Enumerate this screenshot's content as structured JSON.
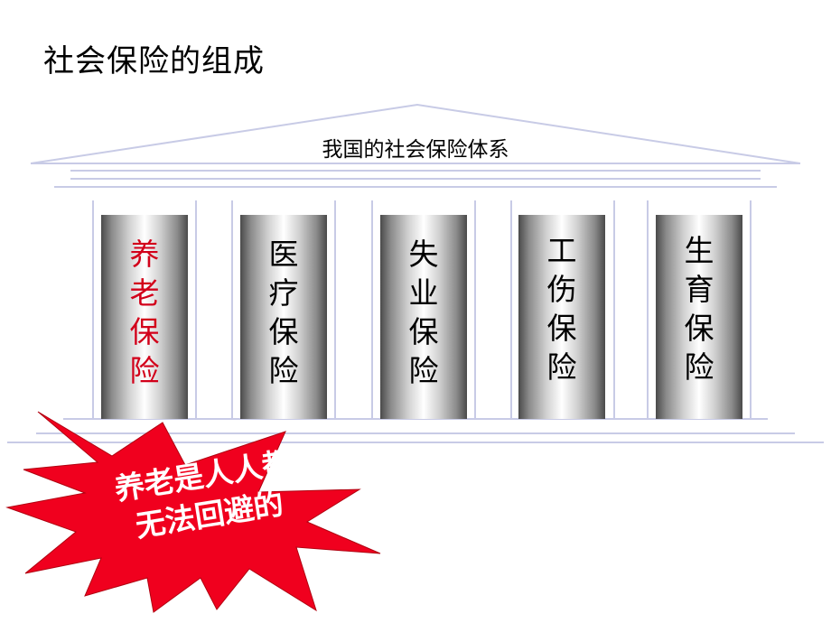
{
  "page": {
    "title": "社会保险的组成"
  },
  "roof": {
    "title": "我国的社会保险体系"
  },
  "pillars": [
    {
      "label": "养老保险",
      "highlight": true
    },
    {
      "label": "医疗保险",
      "highlight": false
    },
    {
      "label": "失业保险",
      "highlight": false
    },
    {
      "label": "工伤保险",
      "highlight": false
    },
    {
      "label": "生育保险",
      "highlight": false
    }
  ],
  "callout": {
    "line1": "养老是人人都",
    "line2": "无法回避的"
  },
  "colors": {
    "outline": "#c8cbe6",
    "highlight_text": "#d2001a",
    "burst_fill": "#f0001e"
  }
}
